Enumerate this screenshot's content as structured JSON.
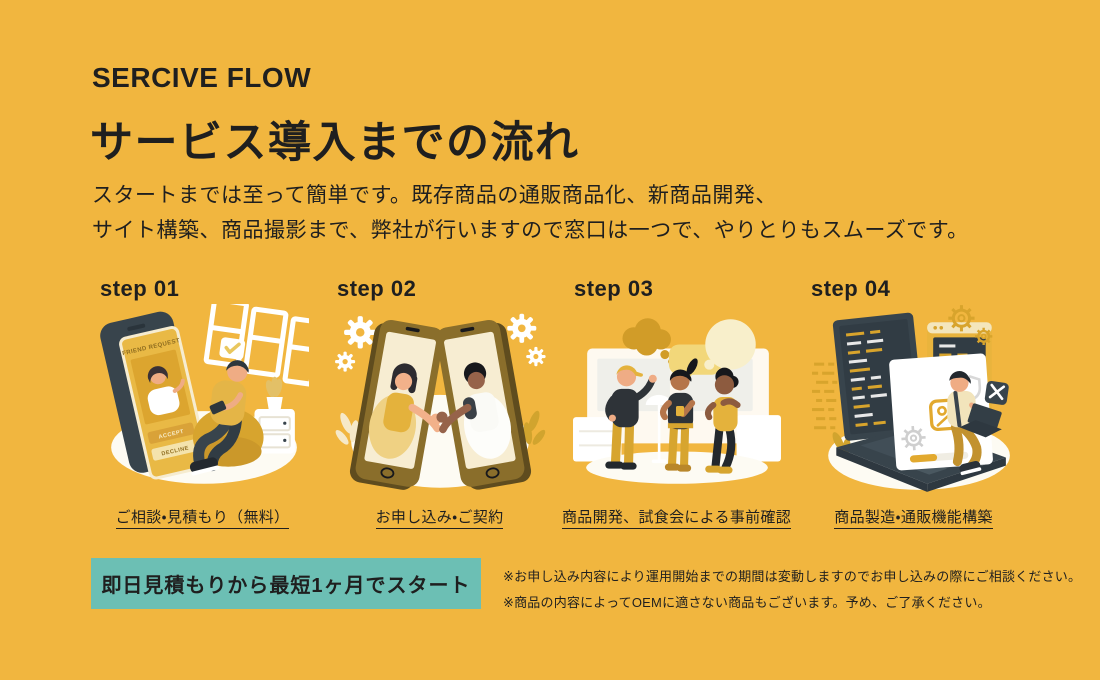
{
  "theme": {
    "background": "#F1B63F",
    "text": "#1F1F1F",
    "accent_teal": "#6CBFB4",
    "mustard_dark": "#D7A42E",
    "slate": "#38444C",
    "illustration_floor_white": "#FDFBF3"
  },
  "header": {
    "eyebrow": "SERCIVE FLOW",
    "title": "サービス導入までの流れ",
    "description_line1": "スタートまでは至って簡単です。既存商品の通販商品化、新商品開発、",
    "description_line2": "サイト構築、商品撮影まで、弊社が行いますので窓口は一つで、やりとりもスムーズです。"
  },
  "steps": [
    {
      "label": "step 01",
      "caption": "ご相談・見積もり（無料）",
      "illustration": "person-on-beanbag-receiving-friend-request-on-giant-phone",
      "screen": {
        "title": "FRIEND REQUEST",
        "accept": "ACCEPT",
        "decline": "DECLINE"
      }
    },
    {
      "label": "step 02",
      "caption": "お申し込み・ご契約",
      "illustration": "two-people-shaking-hands-through-phone-screens"
    },
    {
      "label": "step 03",
      "caption": "商品開発、試食会による事前確認",
      "illustration": "three-people-talking-with-speech-bubbles"
    },
    {
      "label": "step 04",
      "caption": "商品製造・通販機能構築",
      "illustration": "developer-sitting-on-laptop-with-code-screens"
    }
  ],
  "cta": {
    "label": "即日見積もりから最短1ヶ月でスタート"
  },
  "notes": [
    "※お申し込み内容により運用開始までの期間は変動しますのでお申し込みの際にご相談ください。",
    "※商品の内容によってOEMに適さない商品もございます。予め、ご了承ください。"
  ]
}
